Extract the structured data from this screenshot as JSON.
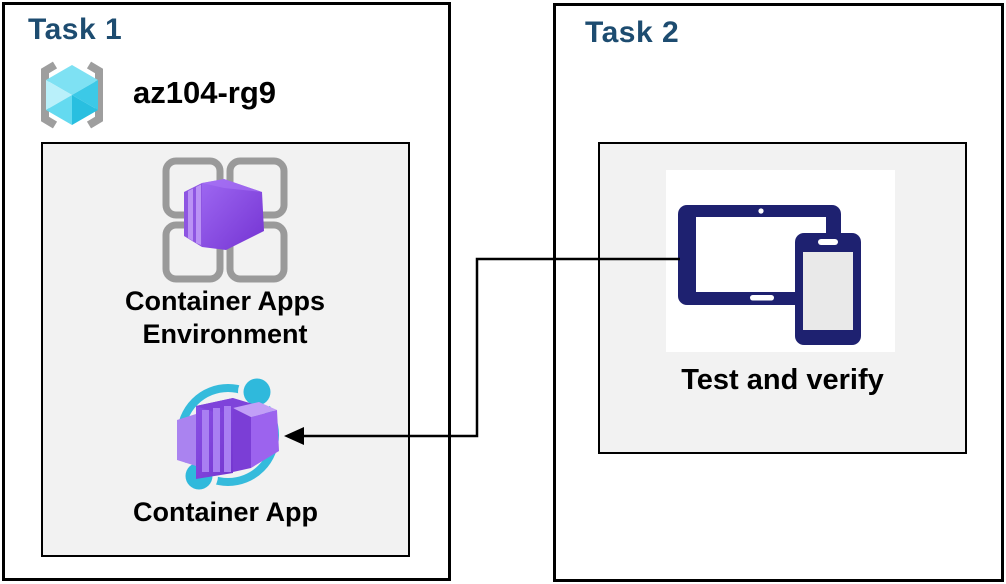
{
  "task1": {
    "title": "Task 1",
    "resource_group": "az104-rg9",
    "environment_label": "Container Apps Environment",
    "container_app_label": "Container App"
  },
  "task2": {
    "title": "Task 2",
    "test_label": "Test and verify"
  },
  "icons": {
    "resource_group_icon": "azure-resource-group",
    "environment_icon": "container-apps-environment",
    "container_app_icon": "container-app",
    "devices_icon": "tablet-and-phone"
  },
  "connector": {
    "from": "test-and-verify-icon",
    "to": "container-app-icon",
    "style": "elbow-arrow-left"
  },
  "colors": {
    "title-navy": "#1D4C70",
    "panel-gray": "#F2F2F2",
    "border-black": "#000000",
    "accent-cyan": "#35BBDC",
    "accent-purple": "#8A50E6",
    "device-navy": "#1E2170",
    "bracket-gray": "#9E9E9E"
  }
}
